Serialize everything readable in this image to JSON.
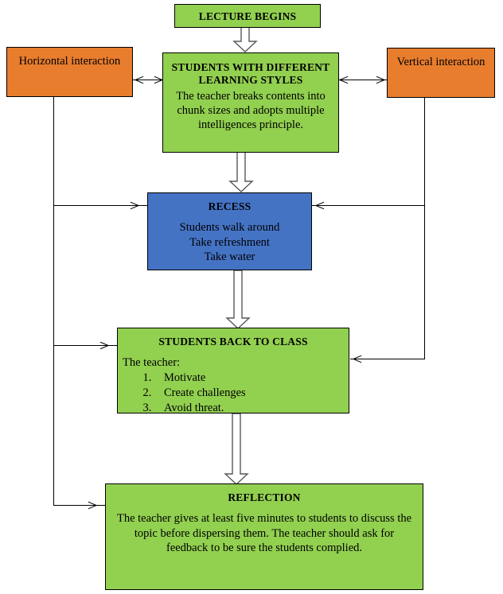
{
  "diagram": {
    "title": "Lecture flow chart",
    "colors": {
      "green": "#92d050",
      "blue": "#4573c4",
      "orange": "#e87d2e",
      "line": "#000000",
      "background": "#ffffff"
    },
    "nodes": {
      "lecture_begins": {
        "title": "LECTURE BEGINS",
        "shape": "rectangle",
        "color": "#92d050"
      },
      "learning_styles": {
        "title_line1": "STUDENTS WITH DIFFERENT",
        "title_line2": "LEARNING STYLES",
        "body": "The teacher breaks contents into chunk sizes and adopts multiple intelligences principle.",
        "shape": "rectangle",
        "color": "#92d050"
      },
      "horizontal_interaction": {
        "label": "Horizontal interaction",
        "shape": "rectangle",
        "color": "#e87d2e"
      },
      "vertical_interaction": {
        "label": "Vertical interaction",
        "shape": "rectangle",
        "color": "#e87d2e"
      },
      "recess": {
        "title": "RECESS",
        "body_line1": "Students walk around",
        "body_line2": "Take refreshment",
        "body_line3": "Take water",
        "shape": "rectangle",
        "color": "#4573c4"
      },
      "back_to_class": {
        "title": "STUDENTS BACK TO CLASS",
        "lead": "The teacher:",
        "items": [
          "Motivate",
          "Create challenges",
          "Avoid threat."
        ],
        "shape": "rectangle",
        "color": "#92d050"
      },
      "reflection": {
        "title": "REFLECTION",
        "body": "The teacher gives at least five minutes to students to discuss the topic before dispersing them. The teacher should ask for feedback to be sure the students complied.",
        "shape": "rectangle",
        "color": "#92d050"
      }
    },
    "connectors": [
      {
        "from": "lecture_begins",
        "to": "learning_styles",
        "style": "hollow-block-arrow",
        "direction": "down"
      },
      {
        "from": "learning_styles",
        "to": "recess",
        "style": "hollow-block-arrow",
        "direction": "down"
      },
      {
        "from": "recess",
        "to": "back_to_class",
        "style": "hollow-block-arrow",
        "direction": "down"
      },
      {
        "from": "back_to_class",
        "to": "reflection",
        "style": "hollow-block-arrow",
        "direction": "down"
      },
      {
        "from": "horizontal_interaction",
        "to": "learning_styles",
        "style": "line",
        "direction": "both"
      },
      {
        "from": "vertical_interaction",
        "to": "learning_styles",
        "style": "line",
        "direction": "both"
      },
      {
        "from": "horizontal_interaction",
        "to": "recess",
        "style": "line",
        "direction": "right"
      },
      {
        "from": "horizontal_interaction",
        "to": "back_to_class",
        "style": "line",
        "direction": "right"
      },
      {
        "from": "horizontal_interaction",
        "to": "reflection",
        "style": "line",
        "direction": "right"
      },
      {
        "from": "vertical_interaction",
        "to": "recess",
        "style": "line",
        "direction": "left"
      },
      {
        "from": "vertical_interaction",
        "to": "back_to_class",
        "style": "line",
        "direction": "left"
      }
    ]
  }
}
